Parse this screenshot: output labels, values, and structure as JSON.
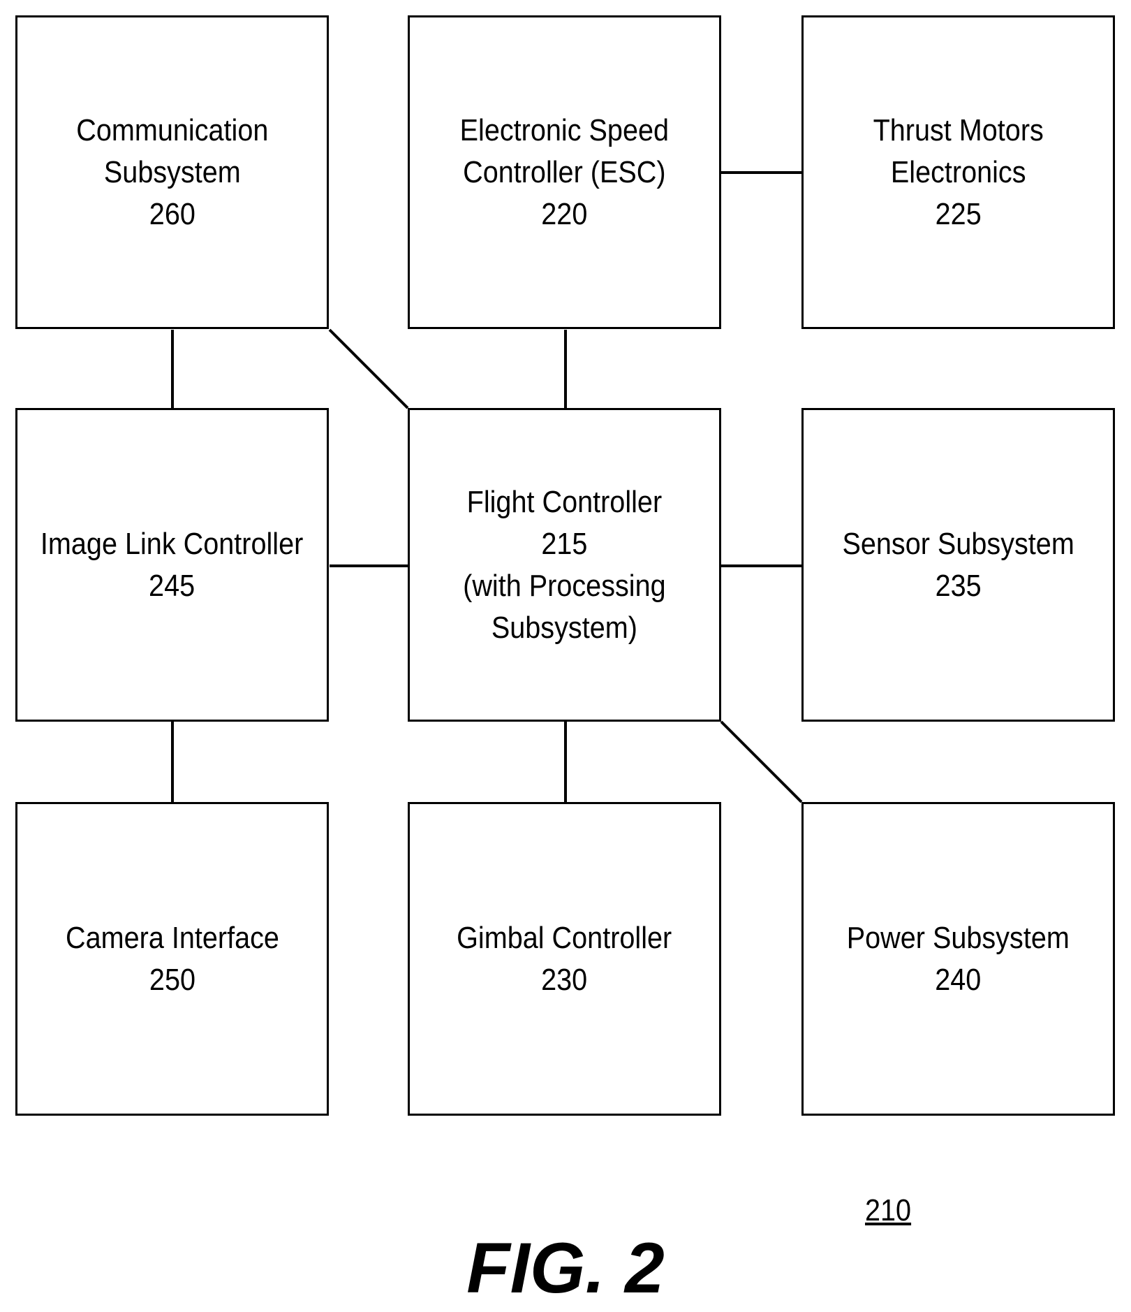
{
  "blocks": {
    "communication": {
      "line1": "Communication",
      "line2": "Subsystem",
      "ref": "260"
    },
    "esc": {
      "line1": "Electronic Speed",
      "line2": "Controller (ESC)",
      "ref": "220"
    },
    "thrust": {
      "line1": "Thrust Motors",
      "line2": "Electronics",
      "ref": "225"
    },
    "image_link": {
      "line1": "Image Link Controller",
      "ref": "245"
    },
    "flight": {
      "line1": "Flight Controller",
      "ref": "215",
      "line3": "(with Processing",
      "line4": "Subsystem)"
    },
    "sensor": {
      "line1": "Sensor Subsystem",
      "ref": "235"
    },
    "camera": {
      "line1": "Camera Interface",
      "ref": "250"
    },
    "gimbal": {
      "line1": "Gimbal Controller",
      "ref": "230"
    },
    "power": {
      "line1": "Power Subsystem",
      "ref": "240"
    }
  },
  "reference_label": "210",
  "figure_caption": "FIG. 2"
}
